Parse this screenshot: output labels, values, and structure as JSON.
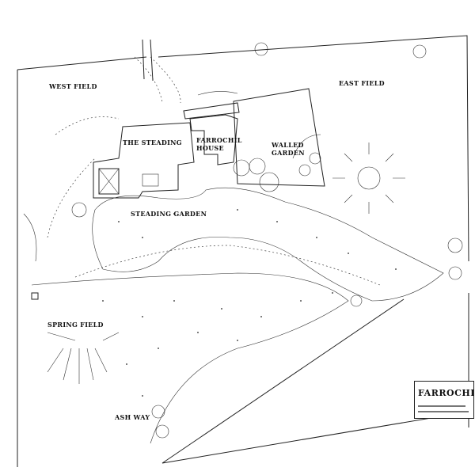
{
  "plan": {
    "labels": {
      "west_field": "WEST FIELD",
      "east_field": "EAST FIELD",
      "steading": "THE STEADING",
      "house_1": "FARROCHIL",
      "house_2": "HOUSE",
      "walled_1": "WALLED",
      "walled_2": "GARDEN",
      "steading_garden": "STEADING GARDEN",
      "spring_field": "SPRING FIELD",
      "ash_way": "ASH WAY"
    },
    "title_block": {
      "title": "FARROCHIL"
    },
    "colors": {
      "ink": "#222222",
      "paper": "#ffffff"
    }
  }
}
